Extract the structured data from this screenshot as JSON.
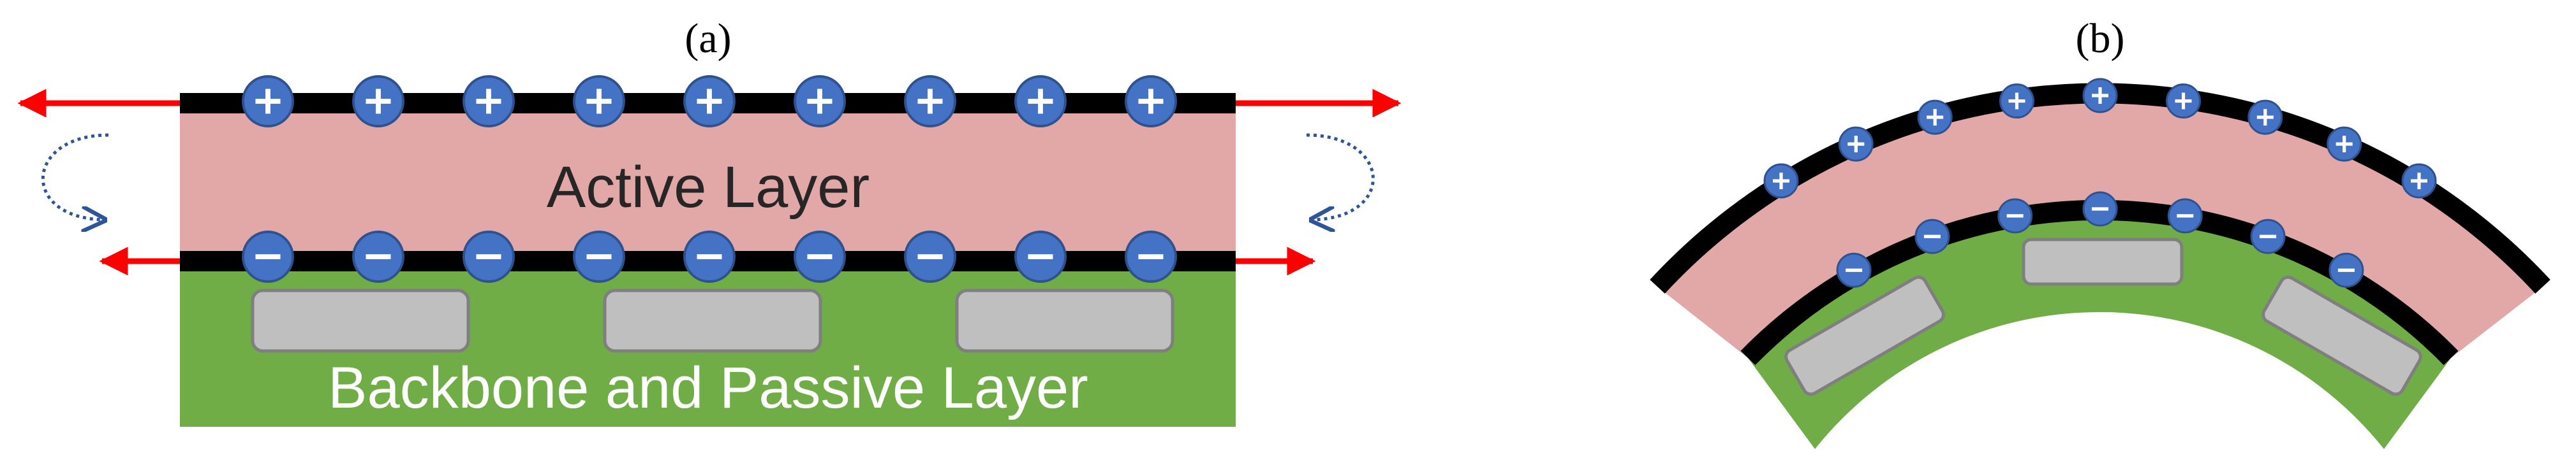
{
  "panel_a": {
    "label": "(a)",
    "active_layer_label": "Active Layer",
    "backbone_label": "Backbone and Passive Layer",
    "top_charge_symbol": "+",
    "bottom_charge_symbol": "-",
    "top_charge_count": 9,
    "bottom_charge_count": 9
  },
  "panel_b": {
    "label": "(b)",
    "outer_charge_symbol": "+",
    "inner_charge_symbol": "-",
    "outer_charge_count": 9,
    "inner_charge_count": 7
  },
  "colors": {
    "active_layer": "#e2a7a7",
    "backbone": "#70ad47",
    "electrode": "#000000",
    "ion_fill": "#4472c4",
    "ion_stroke": "#2f528f",
    "particle_fill": "#bfbfbf",
    "particle_stroke": "#7f7f7f",
    "force_arrow": "#ff0000",
    "rotation_arrow": "#2e5597"
  }
}
